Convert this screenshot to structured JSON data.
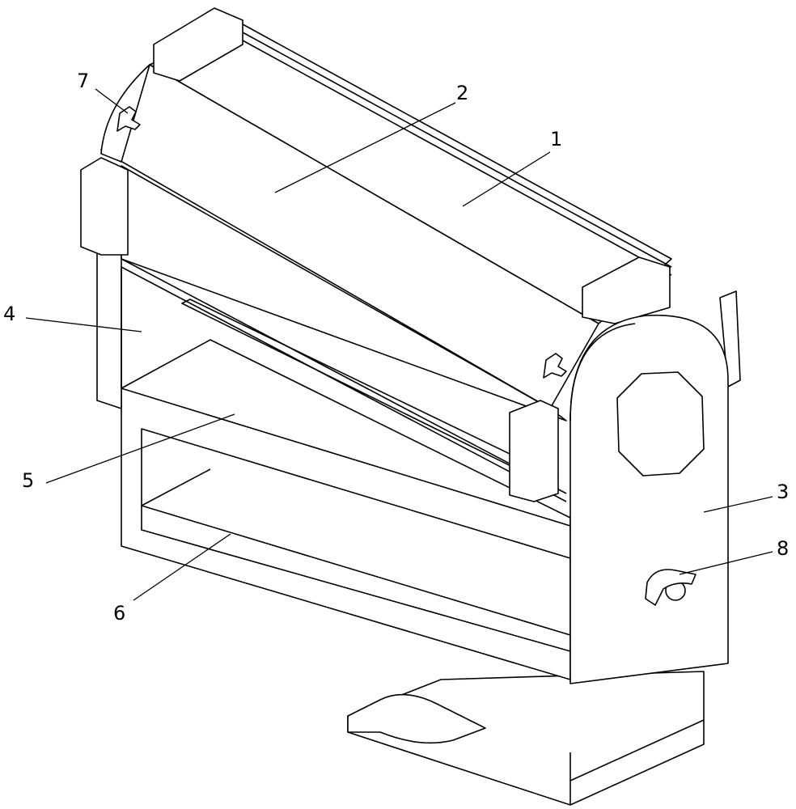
{
  "figure": {
    "labels": [
      {
        "id": "1",
        "text": "1"
      },
      {
        "id": "2",
        "text": "2"
      },
      {
        "id": "3",
        "text": "3"
      },
      {
        "id": "4",
        "text": "4"
      },
      {
        "id": "5",
        "text": "5"
      },
      {
        "id": "6",
        "text": "6"
      },
      {
        "id": "7",
        "text": "7"
      },
      {
        "id": "8",
        "text": "8"
      }
    ]
  }
}
